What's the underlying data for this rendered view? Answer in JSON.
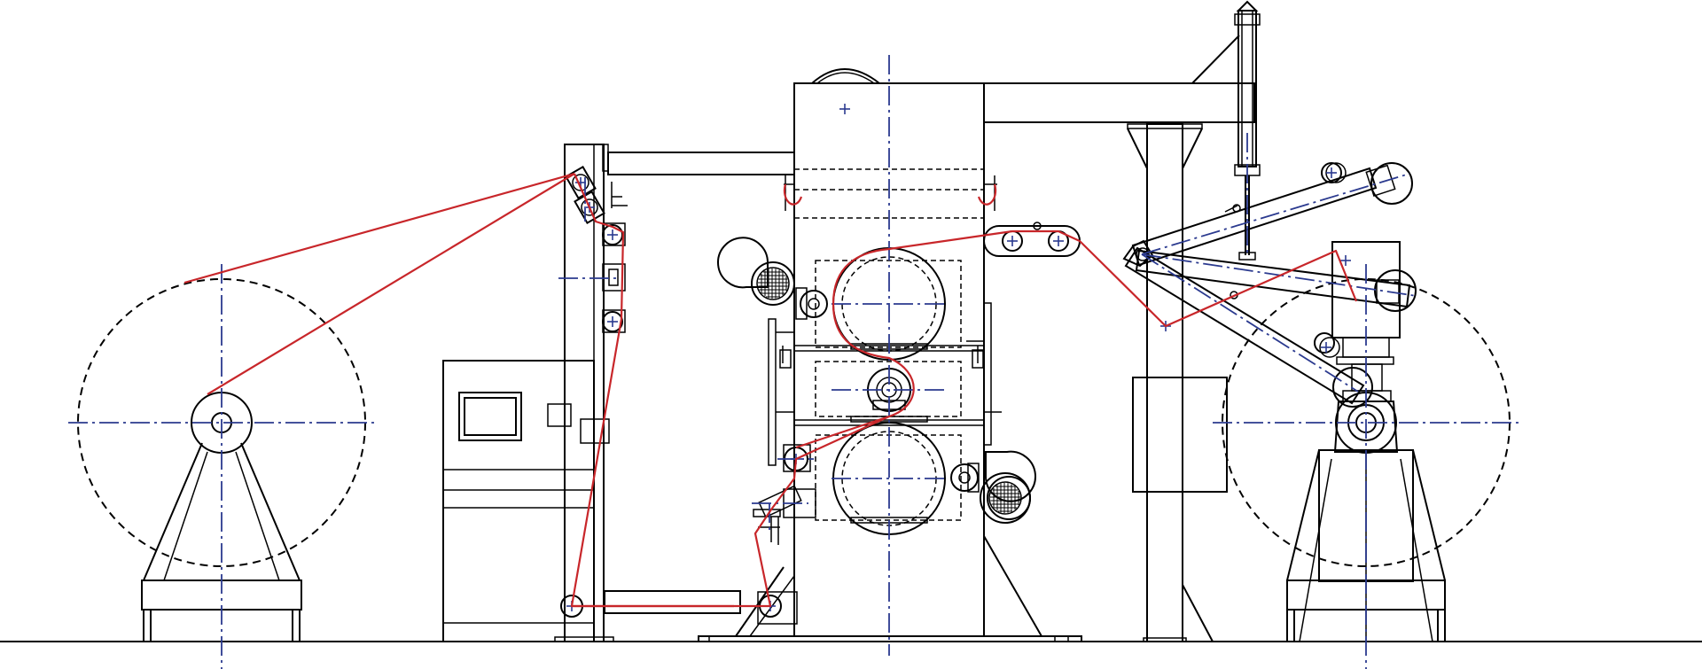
{
  "colors": {
    "background": "#ffffff",
    "outline": "#000000",
    "web_path": "#c8262a",
    "center_lines": "#2b3a8f"
  },
  "components": [
    "unwind-reel",
    "unwind-stand",
    "control-cabinet",
    "guide-roller-column",
    "top-roller",
    "middle-roller",
    "bottom-roller",
    "blower-fan",
    "main-frame",
    "support-column",
    "pneumatic-cylinder",
    "dancer-arm",
    "rewind-reel",
    "rewind-stand",
    "floor-line"
  ]
}
